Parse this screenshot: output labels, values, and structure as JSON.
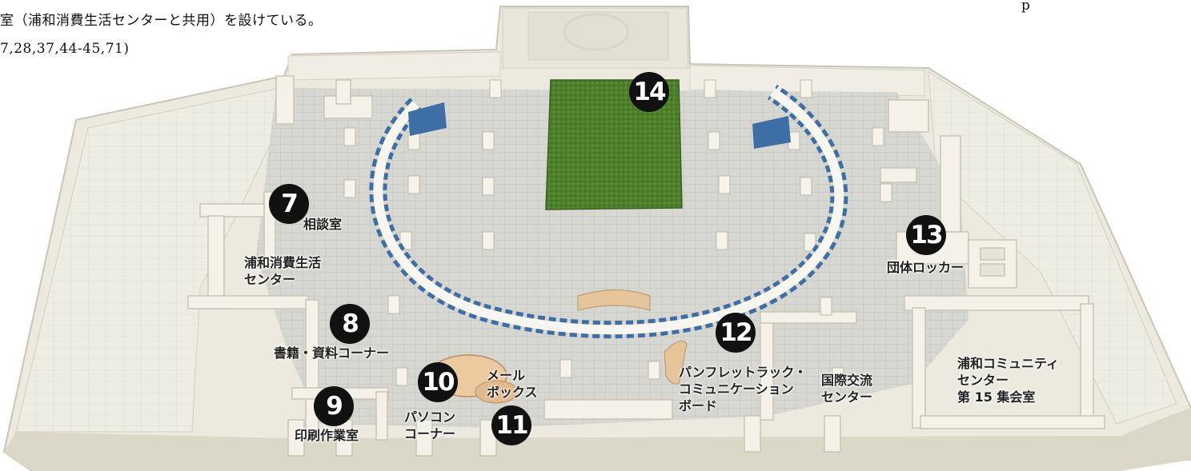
{
  "header": {
    "line1": "室（浦和消費生活センターと共用）を設けている。",
    "line2": "7,28,37,44-45,71)",
    "fragment": "p"
  },
  "markers": [
    {
      "id": "7",
      "glyph": "7"
    },
    {
      "id": "8",
      "glyph": "8"
    },
    {
      "id": "9",
      "glyph": "9"
    },
    {
      "id": "10",
      "glyph": "10"
    },
    {
      "id": "11",
      "glyph": "11"
    },
    {
      "id": "12",
      "glyph": "12"
    },
    {
      "id": "13",
      "glyph": "13"
    },
    {
      "id": "14",
      "glyph": "14"
    }
  ],
  "labels": {
    "consultation_room": "相談室",
    "consumer_center": "浦和消費生活\nセンター",
    "books_corner": "書籍・資料コーナー",
    "print_room": "印刷作業室",
    "pc_corner": "パソコン\nコーナー",
    "mailbox": "メール\nボックス",
    "pamphlet_rack": "パンフレットラック・\nコミュニケーション\nボード",
    "intl_center": "国際交流\nセンター",
    "group_locker": "団体ロッカー",
    "community_center": "浦和コミュニティ\nセンター\n第 15 集会室"
  },
  "colors": {
    "wall": "#f3f1e6",
    "wall_shadow": "#d9d5c4",
    "floor": "#d6d6d0",
    "floor_grid": "#c4c4be",
    "partition": "#3f6fa6",
    "lawn": "#4c7f2a",
    "bench": "#e8c9a0",
    "marker_bg": "#111111"
  }
}
